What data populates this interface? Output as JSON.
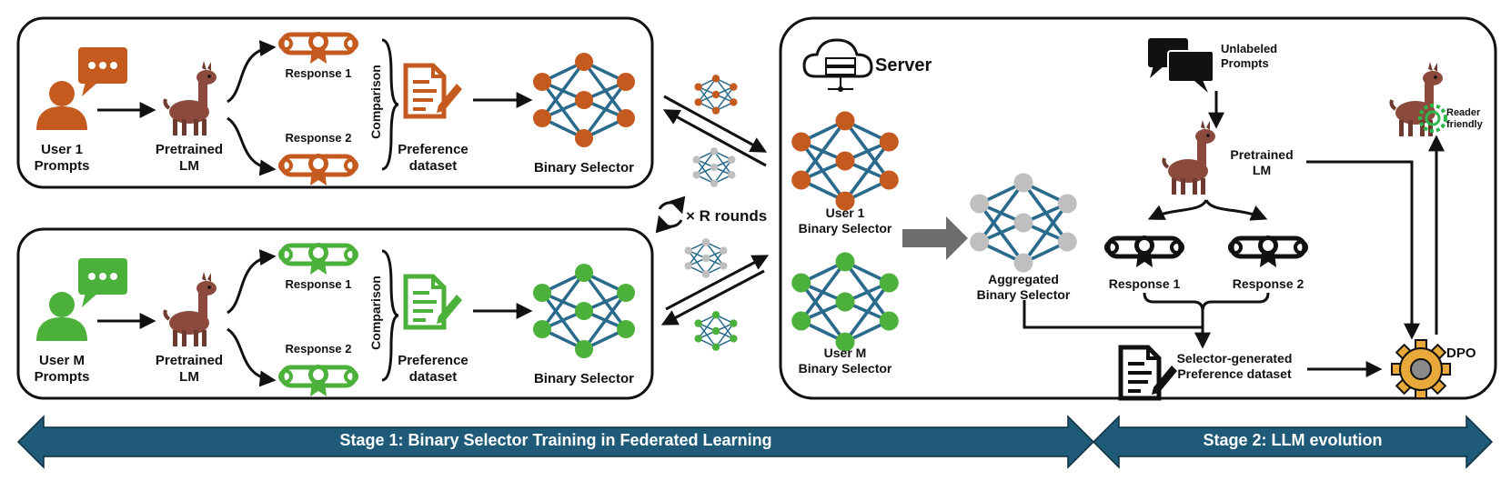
{
  "colors": {
    "orange": "#C55A1E",
    "green": "#4CB13A",
    "gray": "#BFBFBF",
    "network_edge": "#2A6A8C",
    "banner": "#1F5A78",
    "dark": "#111111",
    "llama": "#8B4A3C"
  },
  "panels": {
    "user1": {
      "prompts": "User 1\nPrompts",
      "lm": "Pretrained\nLM",
      "response1": "Response 1",
      "response2": "Response 2",
      "comparison": "Comparison",
      "dataset": "Preference\ndataset",
      "selector": "Binary Selector"
    },
    "userM": {
      "prompts": "User M\nPrompts",
      "lm": "Pretrained\nLM",
      "response1": "Response 1",
      "response2": "Response 2",
      "comparison": "Comparison",
      "dataset": "Preference\ndataset",
      "selector": "Binary Selector"
    }
  },
  "rounds": "× R rounds",
  "server": {
    "title": "Server",
    "user1_selector": "User 1\nBinary Selector",
    "userM_selector": "User M\nBinary Selector",
    "aggregated": "Aggregated\nBinary Selector"
  },
  "stage2": {
    "unlabeled": "Unlabeled\nPrompts",
    "lm": "Pretrained\nLM",
    "response1": "Response 1",
    "response2": "Response 2",
    "selector_dataset": "Selector-generated\nPreference dataset",
    "dpo": "DPO",
    "reader": "Reader\nfriendly"
  },
  "banners": {
    "stage1": "Stage 1: Binary Selector Training in Federated Learning",
    "stage2": "Stage 2: LLM evolution"
  }
}
